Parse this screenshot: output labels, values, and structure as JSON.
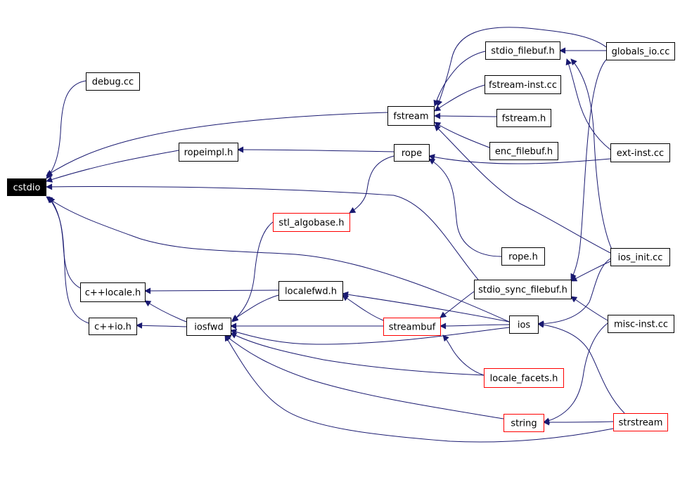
{
  "graph": {
    "colors": {
      "edge": "#191970",
      "arrow": "#191970",
      "node_border_black": "#000000",
      "node_border_red": "#ff0000",
      "root_fill": "#000000",
      "root_text": "#ffffff",
      "node_fill": "#ffffff",
      "node_text": "#000000"
    },
    "nodes": {
      "cstdio": {
        "label": "cstdio",
        "style": "root"
      },
      "debug_cc": {
        "label": "debug.cc",
        "style": "black"
      },
      "fstream": {
        "label": "fstream",
        "style": "black"
      },
      "stdio_filebuf_h": {
        "label": "stdio_filebuf.h",
        "style": "black"
      },
      "fstream_inst_cc": {
        "label": "fstream-inst.cc",
        "style": "black"
      },
      "fstream_h": {
        "label": "fstream.h",
        "style": "black"
      },
      "enc_filebuf_h": {
        "label": "enc_filebuf.h",
        "style": "black"
      },
      "globals_io_cc": {
        "label": "globals_io.cc",
        "style": "black"
      },
      "ext_inst_cc": {
        "label": "ext-inst.cc",
        "style": "black"
      },
      "ropeimpl_h": {
        "label": "ropeimpl.h",
        "style": "black"
      },
      "rope": {
        "label": "rope",
        "style": "black"
      },
      "rope_h": {
        "label": "rope.h",
        "style": "black"
      },
      "stl_algobase_h": {
        "label": "stl_algobase.h",
        "style": "red"
      },
      "ios_init_cc": {
        "label": "ios_init.cc",
        "style": "black"
      },
      "stdio_sync_filebuf_h": {
        "label": "stdio_sync_filebuf.h",
        "style": "black"
      },
      "cpplocale_h": {
        "label": "c++locale.h",
        "style": "black"
      },
      "localefwd_h": {
        "label": "localefwd.h",
        "style": "black"
      },
      "misc_inst_cc": {
        "label": "misc-inst.cc",
        "style": "black"
      },
      "cppio_h": {
        "label": "c++io.h",
        "style": "black"
      },
      "iosfwd": {
        "label": "iosfwd",
        "style": "black"
      },
      "streambuf": {
        "label": "streambuf",
        "style": "red"
      },
      "ios": {
        "label": "ios",
        "style": "black"
      },
      "locale_facets_h": {
        "label": "locale_facets.h",
        "style": "red"
      },
      "string": {
        "label": "string",
        "style": "red"
      },
      "strstream": {
        "label": "strstream",
        "style": "red"
      }
    },
    "edges": [
      {
        "from": "debug_cc",
        "to": "cstdio"
      },
      {
        "from": "fstream",
        "to": "cstdio"
      },
      {
        "from": "ropeimpl_h",
        "to": "cstdio"
      },
      {
        "from": "stdio_sync_filebuf_h",
        "to": "cstdio"
      },
      {
        "from": "ios",
        "to": "cstdio"
      },
      {
        "from": "cpplocale_h",
        "to": "cstdio"
      },
      {
        "from": "cppio_h",
        "to": "cstdio"
      },
      {
        "from": "stdio_filebuf_h",
        "to": "fstream"
      },
      {
        "from": "fstream_inst_cc",
        "to": "fstream"
      },
      {
        "from": "fstream_h",
        "to": "fstream"
      },
      {
        "from": "enc_filebuf_h",
        "to": "fstream"
      },
      {
        "from": "globals_io_cc",
        "to": "fstream"
      },
      {
        "from": "ios_init_cc",
        "to": "fstream"
      },
      {
        "from": "globals_io_cc",
        "to": "stdio_filebuf_h"
      },
      {
        "from": "ext_inst_cc",
        "to": "stdio_filebuf_h"
      },
      {
        "from": "ios_init_cc",
        "to": "stdio_filebuf_h"
      },
      {
        "from": "rope",
        "to": "ropeimpl_h"
      },
      {
        "from": "ext_inst_cc",
        "to": "rope"
      },
      {
        "from": "rope_h",
        "to": "rope"
      },
      {
        "from": "rope",
        "to": "stl_algobase_h"
      },
      {
        "from": "stl_algobase_h",
        "to": "iosfwd"
      },
      {
        "from": "globals_io_cc",
        "to": "stdio_sync_filebuf_h"
      },
      {
        "from": "ios_init_cc",
        "to": "stdio_sync_filebuf_h"
      },
      {
        "from": "misc_inst_cc",
        "to": "stdio_sync_filebuf_h"
      },
      {
        "from": "localefwd_h",
        "to": "cpplocale_h"
      },
      {
        "from": "iosfwd",
        "to": "cpplocale_h"
      },
      {
        "from": "iosfwd",
        "to": "cppio_h"
      },
      {
        "from": "localefwd_h",
        "to": "iosfwd"
      },
      {
        "from": "streambuf",
        "to": "localefwd_h"
      },
      {
        "from": "ios",
        "to": "localefwd_h"
      },
      {
        "from": "streambuf",
        "to": "iosfwd"
      },
      {
        "from": "ios",
        "to": "iosfwd"
      },
      {
        "from": "locale_facets_h",
        "to": "iosfwd"
      },
      {
        "from": "string",
        "to": "iosfwd"
      },
      {
        "from": "strstream",
        "to": "iosfwd"
      },
      {
        "from": "stdio_sync_filebuf_h",
        "to": "streambuf"
      },
      {
        "from": "ios",
        "to": "streambuf"
      },
      {
        "from": "locale_facets_h",
        "to": "streambuf"
      },
      {
        "from": "ios_init_cc",
        "to": "ios"
      },
      {
        "from": "strstream",
        "to": "ios"
      },
      {
        "from": "misc_inst_cc",
        "to": "string"
      },
      {
        "from": "strstream",
        "to": "string"
      }
    ]
  }
}
